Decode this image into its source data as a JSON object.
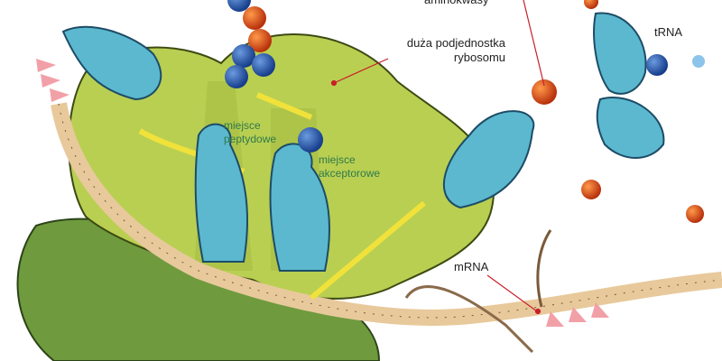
{
  "labels": {
    "amino_acids": "aminokwasy",
    "large_subunit_line1": "duża podjednostka",
    "large_subunit_line2": "rybosomu",
    "trna": "tRNA",
    "p_site_line1": "miejsce",
    "p_site_line2": "peptydowe",
    "a_site_line1": "miejsce",
    "a_site_line2": "akceptorowe",
    "mrna": "mRNA"
  },
  "colors": {
    "large_subunit": "#b9cf52",
    "small_subunit": "#6f9a3e",
    "trna": "#5bb8cf",
    "amino_blue": "#1f4ea0",
    "amino_orange": "#e0501a",
    "pointer_line": "#c8202a",
    "arrow": "#f0e23a"
  }
}
